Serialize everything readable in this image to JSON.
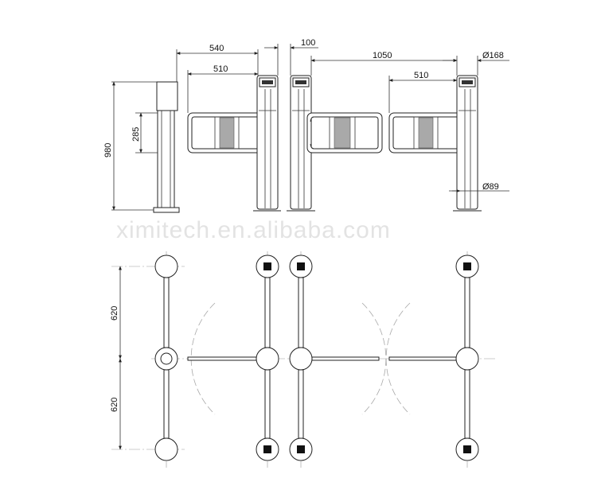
{
  "diagram": {
    "dimensions": {
      "post_spacing": "540",
      "wing_length_left": "510",
      "post_gap": "100",
      "lane_width": "1050",
      "post_diameter": "Ø168",
      "wing_length_right": "510",
      "total_height": "980",
      "wing_height": "285",
      "base_diameter": "Ø89",
      "plan_spacing_top": "620",
      "plan_spacing_bottom": "620"
    },
    "watermark": "ximitech.en.alibaba.com"
  }
}
